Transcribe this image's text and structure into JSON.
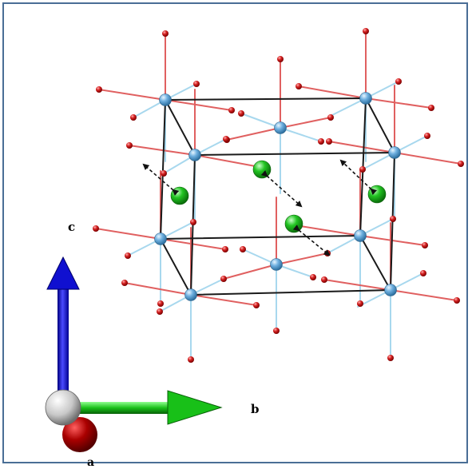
{
  "figure": {
    "colors": {
      "frame_border": "#4a6e96",
      "metal_atom": "#6fb0e0",
      "oxygen_atom": "#d42020",
      "bond_light": "#a8d8ee",
      "bond_red": "#e06060",
      "guest_atom": "#22c422",
      "cell_edge": "#1a1a1a",
      "arrow": "#111111",
      "axis_c": "#1010d0",
      "axis_b": "#18c018",
      "axis_a": "#aa0000",
      "origin": "#c8c8c8"
    },
    "axes": {
      "c": "c",
      "b": "b",
      "a": "a"
    },
    "icons": [
      "unit-cell-diagram",
      "axis-triad"
    ]
  }
}
